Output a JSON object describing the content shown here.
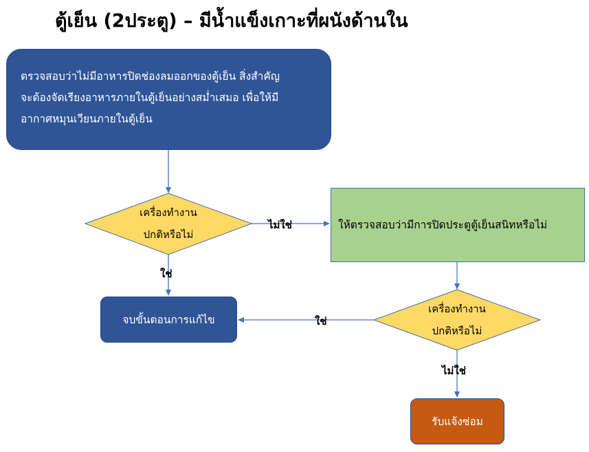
{
  "title": "ตู้เย็น (2ประตู) – มีน้ำแข็งเกาะที่ผนังด้านใน",
  "nodes": {
    "check_air": {
      "lines": [
        "ตรวจสอบว่าไม่มีอาหารปิดช่องลมออกของตู้เย็น สิ่งสำคัญ",
        "จะต้องจัดเรียงอาหารภายในตู้เย็นอย่างสม่ำเสมอ เพื่อให้มี",
        "อากาศหมุนเวียนภายในตู้เย็น"
      ]
    },
    "decision1": {
      "lines": [
        "เครื่องทำงาน",
        "ปกติหรือไม่"
      ]
    },
    "check_door": {
      "text": "ให้ตรวจสอบว่ามีการปิดประตูตู้เย็นสนิทหรือไม่"
    },
    "end_fix": {
      "text": "จบขั้นตอนการแก้ไข"
    },
    "decision2": {
      "lines": [
        "เครื่องทำงาน",
        "ปกติหรือไม่"
      ]
    },
    "repair": {
      "text": "รับแจ้งซ่อม"
    }
  },
  "edges": {
    "d1_no": "ไม่ใช่",
    "d1_yes": "ใช่",
    "d2_yes": "ใช่",
    "d2_no": "ไม่ใช่"
  },
  "colors": {
    "blue_box": "#2f5597",
    "green_box": "#a9d18e",
    "orange_box": "#c55a11",
    "diamond": "#ffd966",
    "connector": "#4472c4"
  }
}
